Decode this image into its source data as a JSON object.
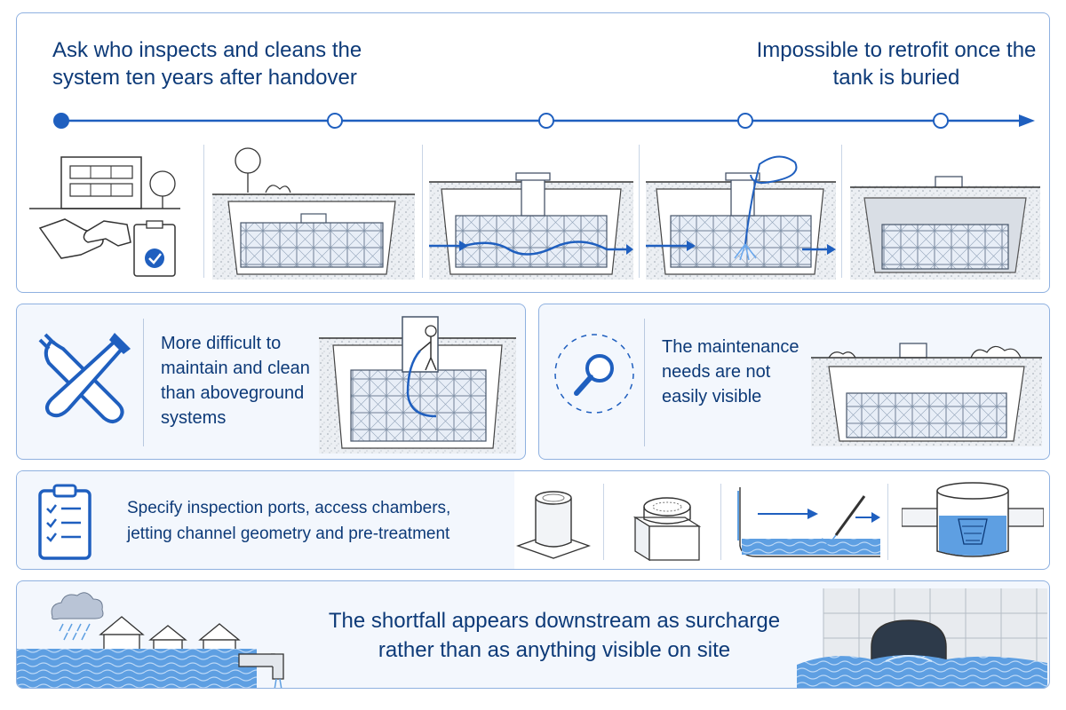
{
  "colors": {
    "accent": "#1f5fbf",
    "dark_text": "#0d3a78",
    "water": "#5a9be0",
    "panel_border": "#8fb1e0",
    "panel_tint": "#f3f7fd"
  },
  "timeline": {
    "left_caption": "Ask who inspects and cleans the system ten years after handover",
    "right_caption": "Impossible to retrofit once the tank is buried",
    "stages": [
      {
        "icon": "handover-icon"
      },
      {
        "icon": "new-buried-tank-icon"
      },
      {
        "icon": "tank-inspection-flow-icon"
      },
      {
        "icon": "tank-jetting-icon"
      },
      {
        "icon": "silted-buried-tank-icon"
      }
    ]
  },
  "maintain_panel": {
    "text": "More difficult to maintain and clean than aboveground systems",
    "icon": "wrench-brush-icon"
  },
  "visibility_panel": {
    "text": "The maintenance needs are not easily visible",
    "icon": "magnifier-icon"
  },
  "specify_panel": {
    "text": "Specify inspection ports, access chambers, jetting channel geometry and pre-treatment",
    "icon": "checklist-clipboard-icon",
    "items": [
      {
        "icon": "inspection-port-icon"
      },
      {
        "icon": "access-chamber-icon"
      },
      {
        "icon": "jetting-channel-icon"
      },
      {
        "icon": "pretreatment-filter-icon"
      }
    ]
  },
  "downstream_panel": {
    "text": "The shortfall appears downstream as surcharge rather than as anything visible on site",
    "left_icon": "flooded-houses-icon",
    "right_icon": "surcharged-culvert-icon"
  }
}
